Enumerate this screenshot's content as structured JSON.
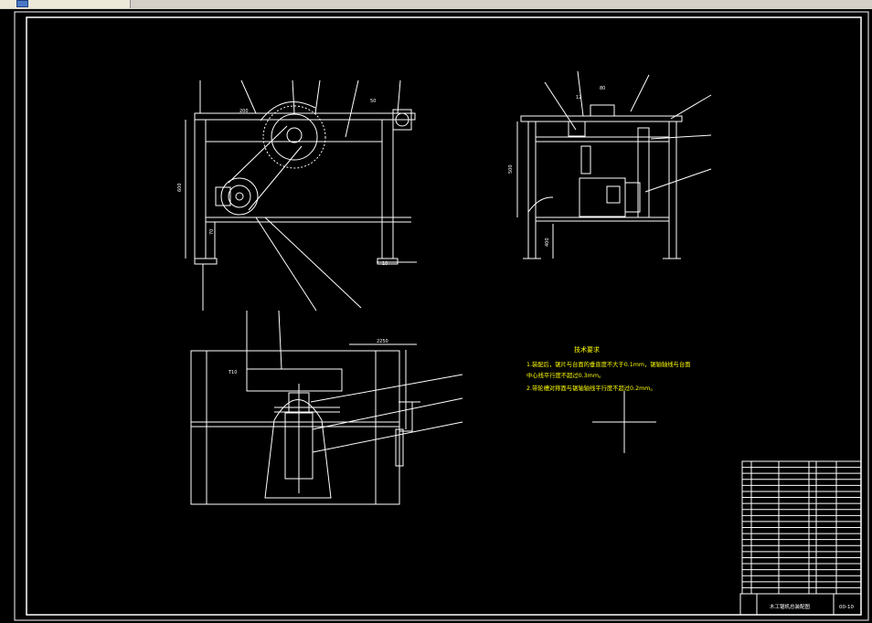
{
  "window": {
    "tab_label": "",
    "icon": "drawing-file-icon"
  },
  "drawing": {
    "background": "#000000",
    "line_color": "#ffffff",
    "accent_color": "#ffff00",
    "tech_requirements": {
      "title": "技术要求",
      "line1": "1.装配后，锯片与台面的垂直度不大于0.1mm，锯轴轴线与台面",
      "line2": "中心线平行度不超过0.3mm。",
      "line3": "2.带轮槽对称面与锯轴轴线平行度不超过0.2mm。"
    },
    "title_block": {
      "name": "木工锯机总装配图",
      "drawing_no": "00-10"
    }
  }
}
